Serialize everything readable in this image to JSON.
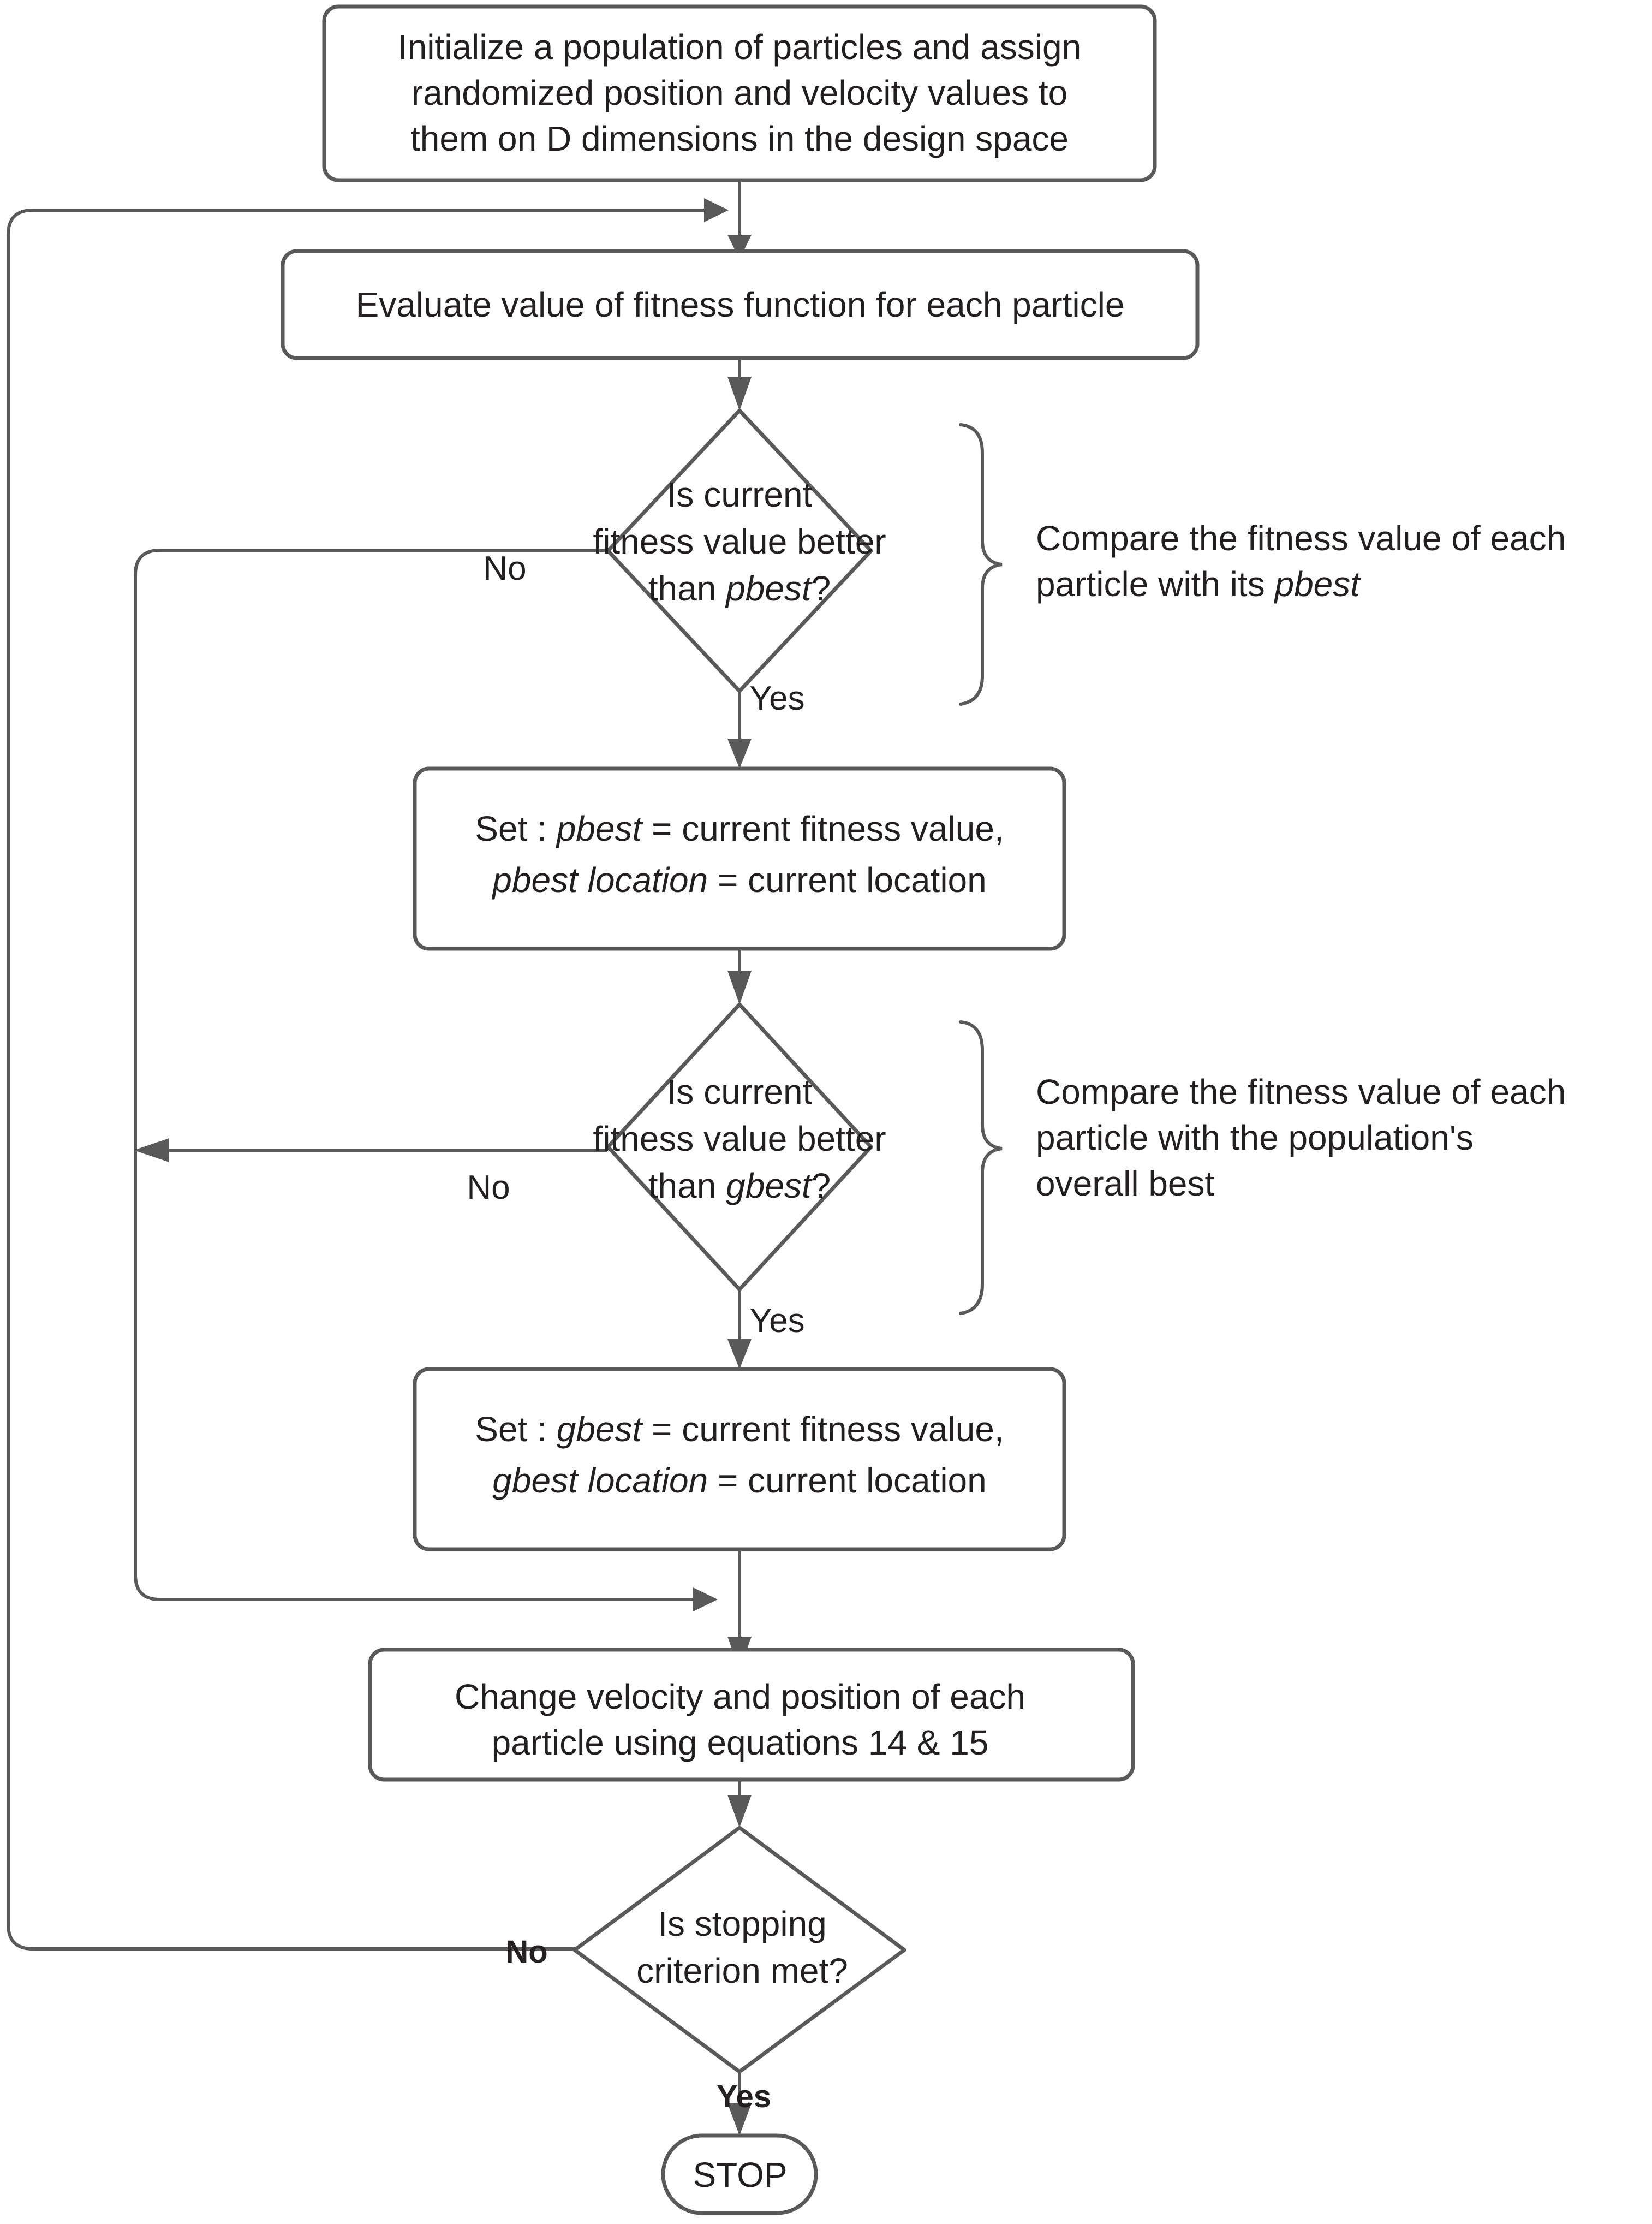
{
  "diagram": {
    "title": "Particle Swarm Optimization (PSO) algorithm flowchart",
    "colors": {
      "stroke": "#595959",
      "text": "#231f20",
      "background": "#ffffff"
    }
  },
  "nodes": {
    "initialize": {
      "shape": "rounded-rectangle",
      "lines": [
        "Initialize a population of particles and assign",
        "randomized position and velocity values to",
        "them on D dimensions in the design space"
      ]
    },
    "evaluate": {
      "shape": "rounded-rectangle",
      "lines": [
        "Evaluate value of fitness function for each particle"
      ]
    },
    "decision_pbest": {
      "shape": "diamond",
      "lines": [
        "Is current",
        "fitness value better",
        "than pbest?"
      ],
      "line3_plain": "than ",
      "line3_italic": "pbest",
      "line3_tail": "?"
    },
    "set_pbest": {
      "shape": "rounded-rectangle",
      "line1_plain_a": "Set : ",
      "line1_italic": "pbest",
      "line1_plain_b": " = current fitness value,",
      "line2_italic": "pbest location",
      "line2_plain": " = current location"
    },
    "decision_gbest": {
      "shape": "diamond",
      "lines": [
        "Is current",
        "fitness value better",
        "than gbest?"
      ],
      "line3_plain": "than ",
      "line3_italic": "gbest",
      "line3_tail": "?"
    },
    "set_gbest": {
      "shape": "rounded-rectangle",
      "line1_plain_a": "Set : ",
      "line1_italic": "gbest",
      "line1_plain_b": " = current fitness value,",
      "line2_italic": "gbest location",
      "line2_plain": " = current location"
    },
    "change_velocity": {
      "shape": "rounded-rectangle",
      "lines": [
        "Change velocity and position of each",
        "particle using equations 14 & 15"
      ]
    },
    "decision_stop": {
      "shape": "diamond",
      "lines": [
        "Is stopping",
        "criterion met?"
      ]
    },
    "stop_terminal": {
      "shape": "pill",
      "label": "STOP"
    }
  },
  "edge_labels": {
    "pbest_no": "No",
    "pbest_yes": "Yes",
    "gbest_no": "No",
    "gbest_yes": "Yes",
    "stop_no": "No",
    "stop_yes": "Yes"
  },
  "annotations": {
    "pbest_note": {
      "lines": [
        "Compare the fitness value of each",
        "particle with its pbest"
      ],
      "line2_plain": "particle with its ",
      "line2_italic": "pbest"
    },
    "gbest_note": {
      "lines": [
        "Compare the fitness value of each",
        "particle with the population's",
        "overall best"
      ]
    }
  }
}
